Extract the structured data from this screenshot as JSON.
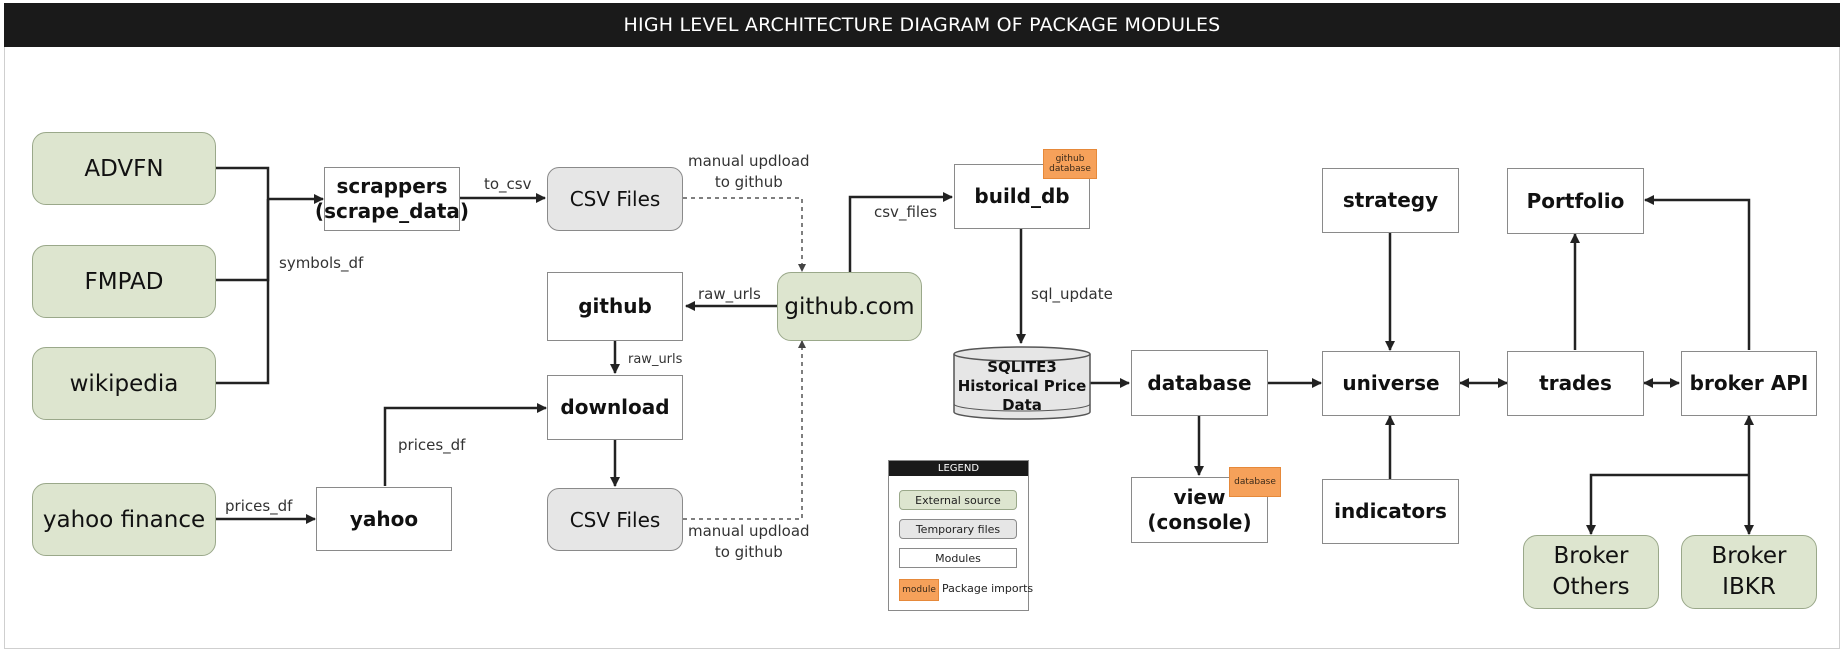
{
  "title": "HIGH LEVEL ARCHITECTURE DIAGRAM OF PACKAGE MODULES",
  "nodes": {
    "advfn": "ADVFN",
    "fmpad": "FMPAD",
    "wikipedia": "wikipedia",
    "yahoo_finance": "yahoo finance",
    "scrappers_line1": "scrappers",
    "scrappers_line2": "(scrape_data)",
    "csv_files_top": "CSV Files",
    "csv_files_bottom": "CSV Files",
    "github": "github",
    "github_com": "github.com",
    "download": "download",
    "yahoo": "yahoo",
    "build_db": "build_db",
    "sqlite_line1": "SQLITE3",
    "sqlite_line2": "Historical Price",
    "sqlite_line3": "Data",
    "database": "database",
    "view_line1": "view",
    "view_line2": "(console)",
    "strategy": "strategy",
    "universe": "universe",
    "indicators": "indicators",
    "portfolio": "Portfolio",
    "trades": "trades",
    "broker_api": "broker API",
    "broker_others_line1": "Broker",
    "broker_others_line2": "Others",
    "broker_ibkr_line1": "Broker",
    "broker_ibkr_line2": "IBKR"
  },
  "badges": {
    "build_db_line1": "github",
    "build_db_line2": "database",
    "view": "database"
  },
  "edge_labels": {
    "symbols_df": "symbols_df",
    "to_csv": "to_csv",
    "manual_upload_top_line1": "manual updload",
    "manual_upload_top_line2": "to github",
    "manual_upload_bottom_line1": "manual updload",
    "manual_upload_bottom_line2": "to github",
    "csv_files": "csv_files",
    "raw_urls_1": "raw_urls",
    "raw_urls_2": "raw_urls",
    "prices_df_1": "prices_df",
    "prices_df_2": "prices_df",
    "sql_update": "sql_update"
  },
  "legend": {
    "title": "LEGEND",
    "external_source": "External source",
    "temporary_files": "Temporary files",
    "modules": "Modules",
    "badge": "module",
    "package_imports": "Package imports"
  },
  "colors": {
    "external_source": "#dde5cf",
    "temporary_files": "#e6e6e6",
    "module": "#ffffff",
    "package_import_badge": "#f6a15a",
    "title_bar": "#1a1a1a"
  }
}
